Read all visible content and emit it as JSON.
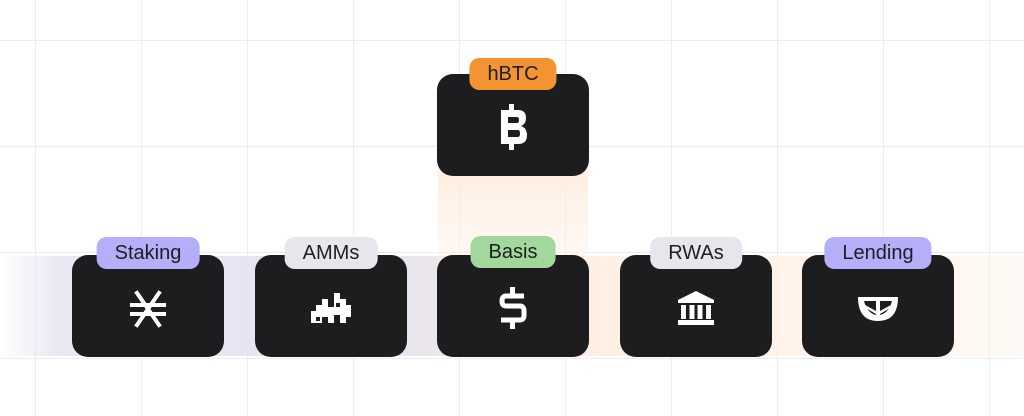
{
  "root": {
    "label": "hBTC",
    "icon": "bitcoin-icon",
    "tag_color": "#f39433"
  },
  "strategies": [
    {
      "label": "Staking",
      "icon": "stellar-icon",
      "tag_color": "#b4aff8"
    },
    {
      "label": "AMMs",
      "icon": "amm-curve-icon",
      "tag_color": "#e6e6ec"
    },
    {
      "label": "Basis",
      "icon": "dollar-icon",
      "tag_color": "#a2d89c"
    },
    {
      "label": "RWAs",
      "icon": "bank-building-icon",
      "tag_color": "#e6e6ec"
    },
    {
      "label": "Lending",
      "icon": "half-orange-icon",
      "tag_color": "#b4aff8"
    }
  ],
  "colors": {
    "card_background": "#1d1d1f",
    "accent_orange": "#f39433"
  }
}
